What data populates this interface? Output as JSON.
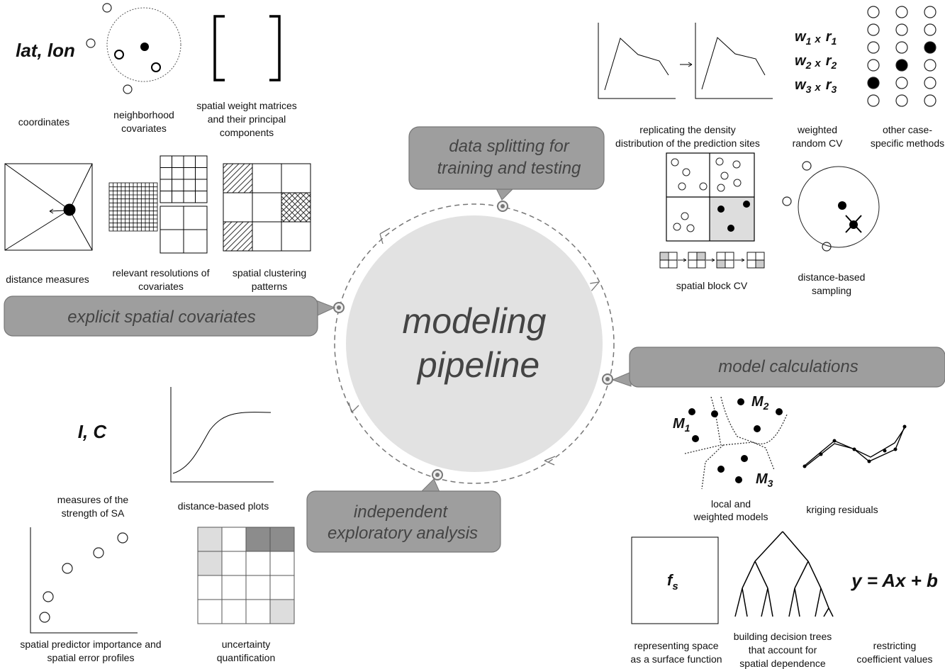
{
  "center": {
    "line1": "modeling",
    "line2": "pipeline"
  },
  "boxes": {
    "data_splitting": {
      "line1": "data splitting for",
      "line2": "training and testing"
    },
    "explicit_covariates": {
      "label": "explicit spatial covariates"
    },
    "model_calculations": {
      "label": "model calculations"
    },
    "exploratory": {
      "line1": "independent",
      "line2": "exploratory analysis"
    }
  },
  "covariates_panel": {
    "lat_lon": "lat, lon",
    "coordinates": "coordinates",
    "neighborhood": [
      "neighborhood",
      "covariates"
    ],
    "weight_matrices": [
      "spatial weight matrices",
      "and their principal",
      "components"
    ],
    "distance_measures": "distance measures",
    "resolutions": [
      "relevant  resolutions of",
      "covariates"
    ],
    "clustering": [
      "spatial clustering",
      "patterns"
    ]
  },
  "splitting_panel": {
    "replicating": [
      "replicating the density",
      "distribution of the prediction sites"
    ],
    "w1": "w",
    "w1sub": "1",
    "r1": "r",
    "r1sub": "1",
    "w2": "w",
    "w2sub": "2",
    "r2": "r",
    "r2sub": "2",
    "w3": "w",
    "w3sub": "3",
    "r3": "r",
    "r3sub": "3",
    "times": "x",
    "weighted_cv": [
      "weighted",
      "random CV"
    ],
    "other_methods": [
      "other case-",
      "specific methods"
    ],
    "block_cv": "spatial block CV",
    "distance_sampling": [
      "distance-based",
      "sampling"
    ]
  },
  "model_panel": {
    "m1": "M",
    "m1sub": "1",
    "m2": "M",
    "m2sub": "2",
    "m3": "M",
    "m3sub": "3",
    "local_models": [
      "local and",
      "weighted models"
    ],
    "kriging": "kriging residuals",
    "fs": "f",
    "fs_sub": "s",
    "surface": [
      "representing space",
      "as a surface function"
    ],
    "trees": [
      "building decision trees",
      "that account for",
      "spatial dependence"
    ],
    "equation": "y = Ax + b",
    "restricting": [
      "restricting",
      "coefficient values"
    ]
  },
  "exploratory_panel": {
    "ic": "I, C",
    "strength": [
      "measures of the",
      "strength of SA"
    ],
    "distance_plots": "distance-based plots",
    "importance": [
      "spatial predictor importance and",
      "spatial error profiles"
    ],
    "uncertainty": [
      "uncertainty",
      "quantification"
    ]
  },
  "colors": {
    "box_fill": "#9e9e9e",
    "center_fill": "#e2e2e2",
    "text_dark": "#111111",
    "text_grey": "#444444",
    "highlight_cell": "#dddddd",
    "dark_cell": "#8c8c8c"
  }
}
